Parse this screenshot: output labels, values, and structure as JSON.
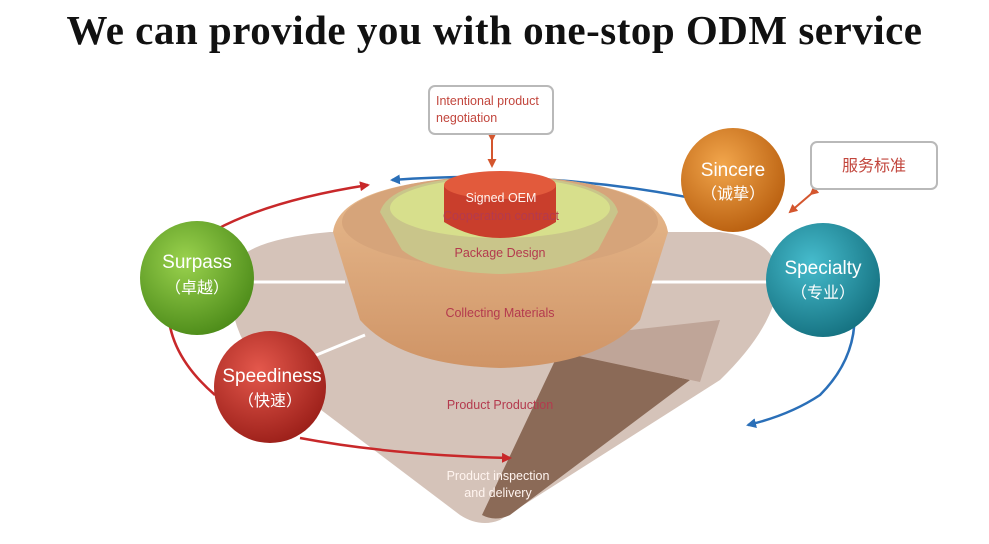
{
  "title": "We can provide you with one-stop ODM service",
  "negotiation_box": {
    "line1": "Intentional product",
    "line2": "negotiation"
  },
  "standard_box": "服务标准",
  "layers": {
    "signed_line1": "Signed OEM",
    "signed_line2": "Cooperation contract",
    "package": "Package Design",
    "materials": "Collecting Materials",
    "production": "Product Production",
    "inspection_line1": "Product inspection",
    "inspection_line2": "and delivery"
  },
  "circles": {
    "sincere": {
      "en": "Sincere",
      "cn": "（诚挚）",
      "color": "#d97a1c"
    },
    "specialty": {
      "en": "Specialty",
      "cn": "（专业）",
      "color": "#1f93a8"
    },
    "surpass": {
      "en": "Surpass",
      "cn": "（卓越）",
      "color": "#6cae2a"
    },
    "speediness": {
      "en": "Speediness",
      "cn": "（快速）",
      "color": "#c5302a"
    }
  },
  "colors": {
    "red_arrow": "#c8282a",
    "blue_arrow": "#2a6fb8",
    "cone": "#d9a578",
    "base": "#c9b5ab"
  }
}
